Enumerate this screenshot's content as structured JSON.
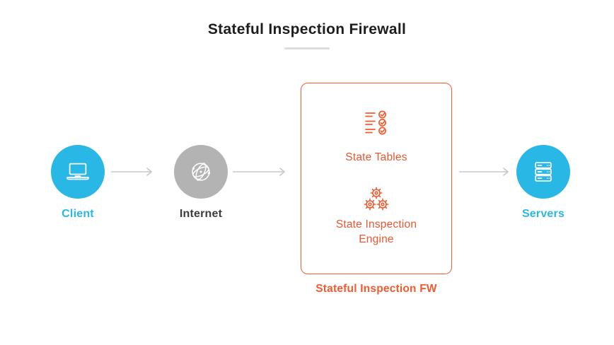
{
  "title": "Stateful Inspection Firewall",
  "flow": {
    "client": {
      "label": "Client",
      "icon": "laptop-icon"
    },
    "internet": {
      "label": "Internet",
      "icon": "globe-network-icon"
    },
    "firewall": {
      "state_tables_label": "State Tables",
      "state_tables_icon": "checklist-icon",
      "engine_label": "State Inspection Engine",
      "engine_icon": "gears-icon",
      "caption": "Stateful Inspection FW"
    },
    "servers": {
      "label": "Servers",
      "icon": "server-stack-icon"
    }
  },
  "colors": {
    "accent_cyan": "#29b7e6",
    "accent_orange": "#f15b2e",
    "node_gray": "#b3b3b3",
    "arrow_gray": "#c9c9c9",
    "title_dark": "#1d1d1d"
  }
}
